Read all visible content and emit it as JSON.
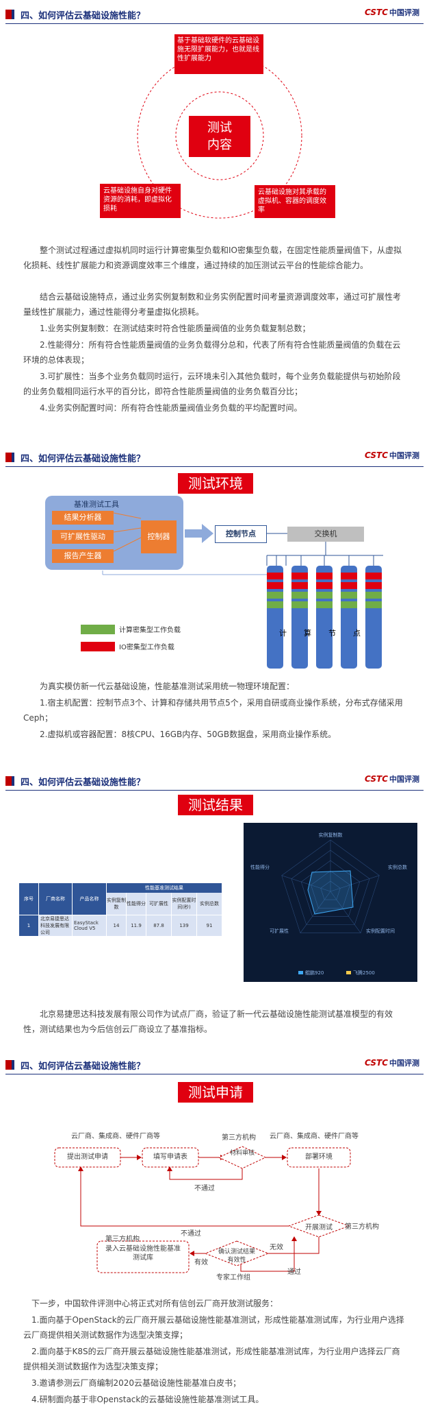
{
  "logo": {
    "brand": "CSTC",
    "cn": "中国评测"
  },
  "section_title": "四、如何评估云基础设施性能？",
  "s1": {
    "center": "测试\n内容",
    "center_l1": "测试",
    "center_l2": "内容",
    "box_top": "基于基础软硬件的云基础设施无限扩展能力，也就是线性扩展能力",
    "box_left": "云基础设施自身对硬件资源的消耗，即虚拟化损耗",
    "box_right": "云基础设施对其承载的虚拟机、容器的调度效率",
    "p1": "整个测试过程通过虚拟机同时运行计算密集型负载和IO密集型负载，在固定性能质量阀值下，从虚拟化损耗、线性扩展能力和资源调度效率三个维度，通过持续的加压测试云平台的性能综合能力。",
    "p2": "结合云基础设施特点，通过业务实例复制数和业务实例配置时间考量资源调度效率，通过可扩展性考量线性扩展能力，通过性能得分考量虚拟化损耗。",
    "p3": "1.业务实例复制数：在测试结束时符合性能质量阀值的业务负载复制总数；",
    "p4": "2.性能得分：所有符合性能质量阀值的业务负载得分总和，代表了所有符合性能质量阀值的负载在云环境的总体表现；",
    "p5": "3.可扩展性：当多个业务负载同时运行，云环境未引入其他负载时，每个业务负载能提供与初始阶段的业务负载相同运行水平的百分比，即符合性能质量阀值的业务负载百分比；",
    "p6": "4.业务实例配置时间：所有符合性能质量阀值业务负载的平均配置时间。"
  },
  "s2": {
    "title": "测试环境",
    "tool_title": "基准测试工具",
    "tools": [
      "结果分析器",
      "可扩展性驱动",
      "报告产生器"
    ],
    "controller": "控制器",
    "control_node": "控制节点",
    "switch": "交换机",
    "node_chars": [
      "计",
      "算",
      "节",
      "点"
    ],
    "legend_green": "计算密集型工作负载",
    "legend_red": "IO密集型工作负载",
    "p1": "为真实模仿新一代云基础设施，性能基准测试采用统一物理环境配置：",
    "p2": "1.宿主机配置：控制节点3个、计算和存储共用节点5个，采用自研或商业操作系统，分布式存储采用Ceph；",
    "p3": "2.虚拟机或容器配置：8核CPU、16GB内存、50GB数据盘，采用商业操作系统。"
  },
  "s3": {
    "title": "测试结果",
    "table_group": "性能基准测试结果",
    "headers": [
      "序号",
      "厂商名称",
      "产品名称",
      "实例复制数",
      "性能得分",
      "可扩展性",
      "实例配置时间(秒)",
      "实例总数"
    ],
    "row": [
      "1",
      "北京易捷思达科技发展有限公司",
      "EasyStack Cloud V5",
      "14",
      "11.9",
      "87.8",
      "139",
      "91"
    ],
    "radar_axes": [
      "实例复制数",
      "实例总数",
      "实例配置时间",
      "可扩展性",
      "性能得分"
    ],
    "radar_legend": [
      "鲲鹏920",
      "飞腾2500"
    ],
    "colors": {
      "series1": "#3fa9f5",
      "series2": "#f2c94c"
    },
    "p1": "北京易捷思达科技发展有限公司作为试点厂商，验证了新一代云基础设施性能测试基准模型的有效性，测试结果也为今后信创云厂商设立了基准指标。"
  },
  "s4": {
    "title": "测试申请",
    "label_vendors1": "云厂商、集成商、硬件厂商等",
    "label_third1": "第三方机构",
    "label_vendors2": "云厂商、集成商、硬件厂商等",
    "step1": "提出测试申请",
    "step2": "填写申请表",
    "step3": "材料审核",
    "step4": "部署环境",
    "step5": "开展测试",
    "step5_side": "第三方机构",
    "step6": "确认测试结果有效性",
    "step6_below": "专家工作组",
    "step7": "录入云基础设施性能基准测试库",
    "step7_top": "第三方机构",
    "fail1": "不通过",
    "fail2": "不通过",
    "invalid": "无效",
    "valid": "有效",
    "pass": "通过",
    "p1": "下一步，中国软件评测中心将正式对所有信创云厂商开放测试服务：",
    "p2": "1.面向基于OpenStack的云厂商开展云基础设施性能基准测试，形成性能基准测试库，为行业用户选择云厂商提供相关测试数据作为选型决策支撑；",
    "p3": "2.面向基于K8S的云厂商开展云基础设施性能基准测试，形成性能基准测试库，为行业用户选择云厂商提供相关测试数据作为选型决策支撑；",
    "p4": "3.邀请参测云厂商编制2020云基础设施性能基准白皮书；",
    "p5": "4.研制面向基于非Openstack的云基础设施性能基准测试工具。"
  }
}
